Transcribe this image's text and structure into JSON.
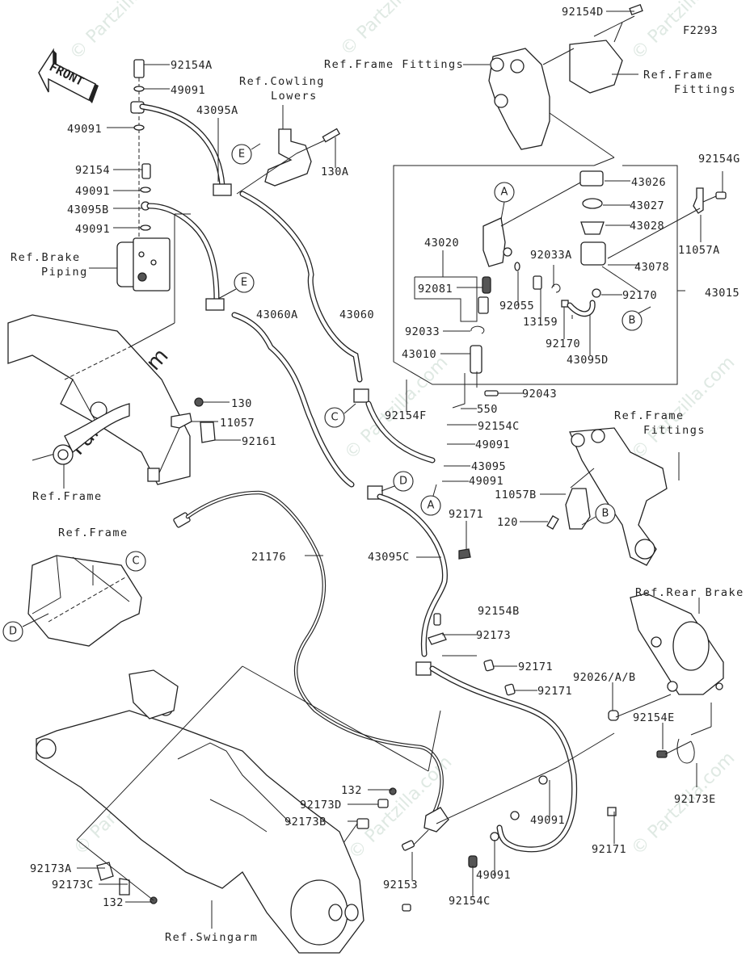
{
  "diagram": {
    "figure_code": "F2293",
    "front_label": "FRONT",
    "watermark_site": "Partzilla.com",
    "watermark_copyright": "© Partzilla.com",
    "references": {
      "frame_fittings_top_left": "Ref.Frame Fittings",
      "frame_fittings_top_right_1": "Ref.Frame",
      "frame_fittings_top_right_2": "Fittings",
      "cowling_lowers_1": "Ref.Cowling",
      "cowling_lowers_2": "Lowers",
      "brake_piping_1": "Ref.Brake",
      "brake_piping_2": "Piping",
      "frame_left": "Ref.Frame",
      "frame_inset": "Ref.Frame",
      "frame_fittings_mid_1": "Ref.Frame",
      "frame_fittings_mid_2": "Fittings",
      "rear_brake": "Ref.Rear Brake",
      "swingarm": "Ref.Swingarm"
    },
    "callouts": {
      "A": "A",
      "B": "B",
      "C": "C",
      "D": "D",
      "E": "E"
    },
    "parts": {
      "p92154D": "92154D",
      "p92154A": "92154A",
      "p49091_top": "49091",
      "p43095A": "43095A",
      "p49091_l1": "49091",
      "p130A": "130A",
      "p92154": "92154",
      "p49091_l2": "49091",
      "p43095B": "43095B",
      "p49091_l3": "49091",
      "p43026": "43026",
      "p43027": "43027",
      "p43028": "43028",
      "p92154G": "92154G",
      "p11057A": "11057A",
      "p43020": "43020",
      "p92033A": "92033A",
      "p43078": "43078",
      "p92081": "92081",
      "p92055": "92055",
      "p13159": "13159",
      "p92170_a": "92170",
      "p43015": "43015",
      "p92170_b": "92170",
      "p43060A": "43060A",
      "p43060": "43060",
      "p92033": "92033",
      "p43095D": "43095D",
      "p43010": "43010",
      "p92043": "92043",
      "p130": "130",
      "p550": "550",
      "p92154F": "92154F",
      "p11057": "11057",
      "p92154C_a": "92154C",
      "p92161": "92161",
      "p49091_m1": "49091",
      "p43095": "43095",
      "p49091_m2": "49091",
      "p11057B": "11057B",
      "p92171_a": "92171",
      "p120": "120",
      "p21176": "21176",
      "p43095C": "43095C",
      "p92154B": "92154B",
      "p92173": "92173",
      "p92171_b": "92171",
      "p92171_c": "92171",
      "p92026": "92026/A/B",
      "p92154E": "92154E",
      "p132_a": "132",
      "p92173D": "92173D",
      "p92173B": "92173B",
      "p49091_b1": "49091",
      "p92173E": "92173E",
      "p92171_d": "92171",
      "p92173A": "92173A",
      "p92153": "92153",
      "p49091_b2": "49091",
      "p92173C": "92173C",
      "p132_b": "132",
      "p92154C_b": "92154C"
    }
  }
}
